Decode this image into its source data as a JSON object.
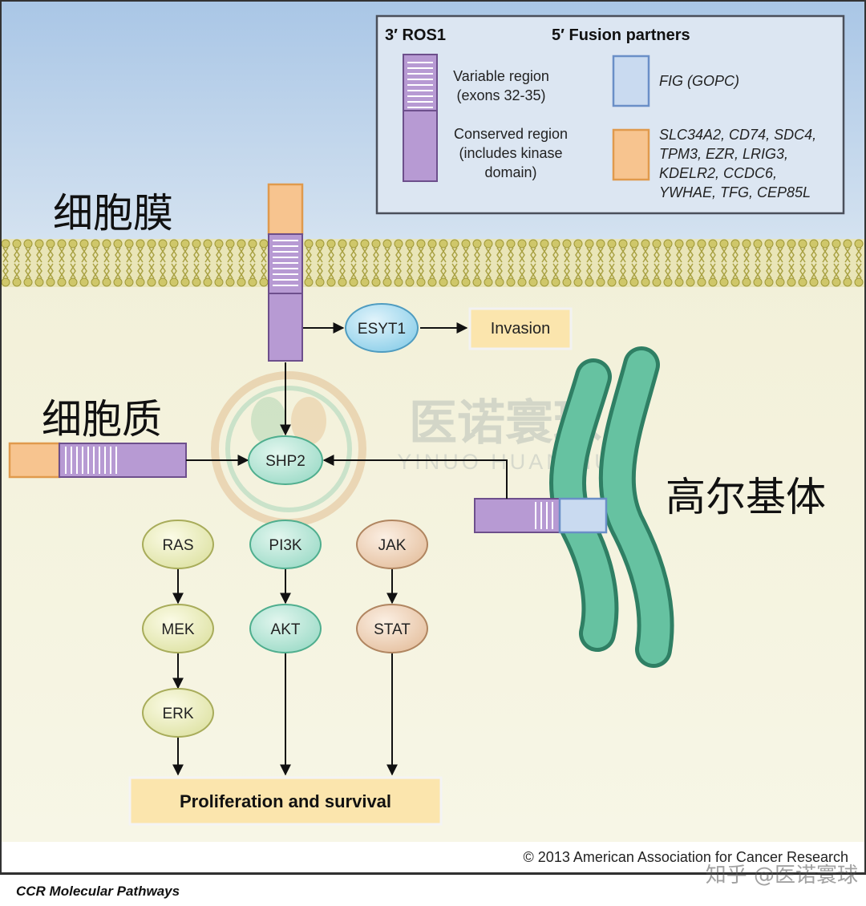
{
  "labels": {
    "membrane": "细胞膜",
    "cytoplasm": "细胞质",
    "golgi": "高尔基体"
  },
  "legend": {
    "ros1_title": "3′ ROS1",
    "partners_title": "5′ Fusion partners",
    "variable_line1": "Variable region",
    "variable_line2": "(exons 32-35)",
    "conserved_line1": "Conserved region",
    "conserved_line2": "(includes kinase",
    "conserved_line3": "domain)",
    "fig_partner": "FIG (GOPC)",
    "other_partners": [
      "SLC34A2, CD74, SDC4,",
      "TPM3, EZR, LRIG3,",
      "KDELR2, CCDC6,",
      "YWHAE, TFG, CEP85L"
    ]
  },
  "nodes": {
    "esyt1": "ESYT1",
    "invasion": "Invasion",
    "shp2": "SHP2",
    "ras": "RAS",
    "mek": "MEK",
    "erk": "ERK",
    "pi3k": "PI3K",
    "akt": "AKT",
    "jak": "JAK",
    "stat": "STAT",
    "proliferation": "Proliferation and survival"
  },
  "watermark": {
    "cn": "医诺寰球",
    "en": "YINUO HUANQIU",
    "zhihu": "知乎 @医诺寰球"
  },
  "footer": {
    "copyright": "© 2013 American Association for Cancer Research",
    "journal": "CCR Molecular Pathways"
  },
  "colors": {
    "extracellular": "#b6cfe9",
    "cytoplasm": "#f4f2dd",
    "membrane": "#c9c25e",
    "ros1": "#b79ad3",
    "partner_orange": "#f7c48f",
    "partner_blue": "#c9daf0",
    "golgi": "#4fae8e"
  }
}
